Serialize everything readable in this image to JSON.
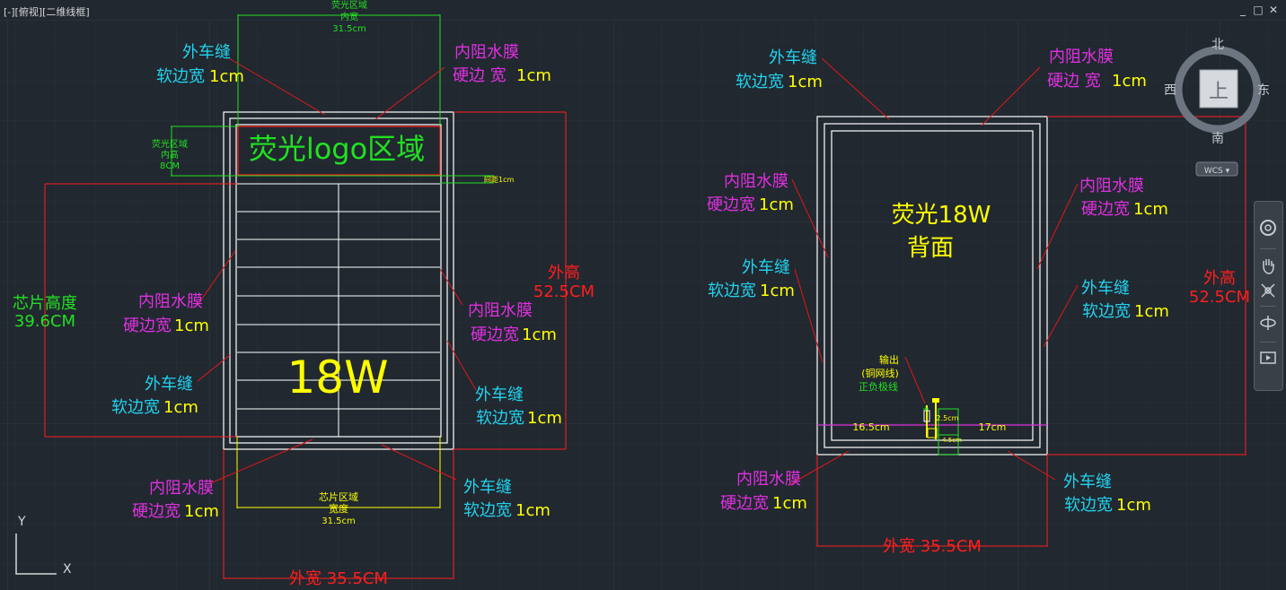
{
  "viewport": {
    "label": "[-][俯视][二维线框]",
    "controls": {
      "minimize": "_",
      "restore": "□",
      "close": "✕"
    }
  },
  "viewcube": {
    "top_face": "上",
    "north": "北",
    "south": "南",
    "east": "东",
    "west": "西",
    "wcs": "WCS ▾"
  },
  "ucs": {
    "y_axis": "Y",
    "x_axis": "X"
  },
  "navbar": {
    "icons": [
      "steering-wheel-icon",
      "pan-icon",
      "zoom-extents-icon",
      "orbit-icon",
      "showmotion-icon"
    ]
  },
  "front_panel": {
    "logo_area": {
      "label": "荧光logo区域",
      "width_title": "荧光区域",
      "width_sub": "内宽",
      "width_value": "31.5cm",
      "height_title": "荧光区域",
      "height_sub": "内高",
      "height_value": "8CM"
    },
    "spacing_note": "间距1cm",
    "power": "18W",
    "chip_height_label": "芯片高度",
    "chip_height_value": "39.6CM",
    "outer_height_label": "外高",
    "outer_height_value": "52.5CM",
    "chip_width_title": "芯片区域",
    "chip_width_sub": "宽度",
    "chip_width_value": "31.5cm",
    "outer_width": "外宽 35.5CM",
    "callouts": {
      "top_left": {
        "line1": "外车缝",
        "line2_prefix": "软边宽",
        "line2_value": "1cm"
      },
      "top_right": {
        "line1": "内阻水膜",
        "line2_prefix": "硬边  宽",
        "line2_value": "1cm"
      },
      "mid_left_membrane": {
        "line1": "内阻水膜",
        "line2_prefix": "硬边宽",
        "line2_value": "1cm"
      },
      "mid_right_membrane": {
        "line1": "内阻水膜",
        "line2_prefix": "硬边宽",
        "line2_value": "1cm"
      },
      "low_left_seam": {
        "line1": "外车缝",
        "line2_prefix": "软边宽",
        "line2_value": "1cm"
      },
      "low_right_seam": {
        "line1": "外车缝",
        "line2_prefix": "软边宽",
        "line2_value": "1cm"
      },
      "bottom_left_membrane": {
        "line1": "内阻水膜",
        "line2_prefix": "硬边宽",
        "line2_value": "1cm"
      },
      "bottom_right_seam": {
        "line1": "外车缝",
        "line2_prefix": "软边宽",
        "line2_value": "1cm"
      }
    }
  },
  "back_panel": {
    "title_line1": "荧光18W",
    "title_line2": "背面",
    "output_label_1": "输出",
    "output_label_2": "(铜网线)",
    "output_label_3": "正负极线",
    "dim_left": "16.5cm",
    "dim_right": "17cm",
    "dim_small_top": "2.5cm",
    "dim_small_bottom": "4.5cm",
    "outer_height_label": "外高",
    "outer_height_value": "52.5CM",
    "outer_width": "外宽 35.5CM",
    "callouts": {
      "top_left": {
        "line1": "外车缝",
        "line2_prefix": "软边宽",
        "line2_value": "1cm"
      },
      "top_right": {
        "line1": "内阻水膜",
        "line2_prefix": "硬边  宽",
        "line2_value": "1cm"
      },
      "left_membrane": {
        "line1": "内阻水膜",
        "line2_prefix": "硬边宽",
        "line2_value": "1cm"
      },
      "right_membrane": {
        "line1": "内阻水膜",
        "line2_prefix": "硬边宽",
        "line2_value": "1cm"
      },
      "left_seam": {
        "line1": "外车缝",
        "line2_prefix": "软边宽",
        "line2_value": "1cm"
      },
      "right_seam": {
        "line1": "外车缝",
        "line2_prefix": "软边宽",
        "line2_value": "1cm"
      },
      "bottom_left_membrane": {
        "line1": "内阻水膜",
        "line2_prefix": "硬边宽",
        "line2_value": "1cm"
      },
      "bottom_right_seam": {
        "line1": "外车缝",
        "line2_prefix": "软边宽",
        "line2_value": "1cm"
      }
    }
  },
  "colors": {
    "background": "#212830",
    "grid": "#2b333d",
    "outline": "#ffffff",
    "dimension_red": "#ff1e1e",
    "leader_red": "#e01818",
    "cyan": "#22d3ee",
    "magenta": "#e030e0",
    "yellow": "#ffff00",
    "green": "#22e022"
  }
}
